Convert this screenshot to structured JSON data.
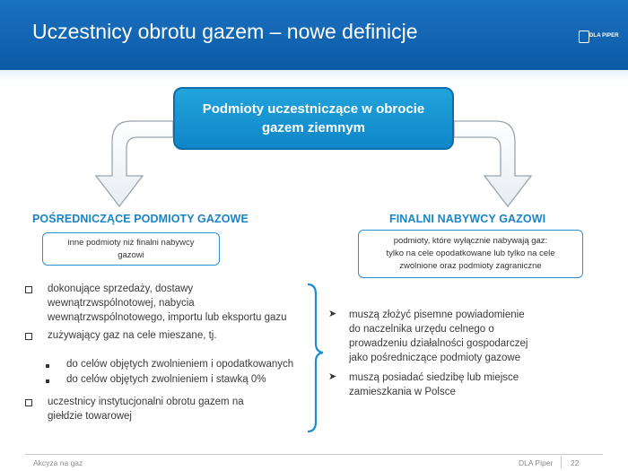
{
  "header": {
    "title": "Uczestnicy obrotu gazem – nowe definicje",
    "logo_text": "DLA PIPER",
    "logo_icon": "dla-piper-logo-icon"
  },
  "center_box": {
    "line1": "Podmioty uczestniczące w obrocie",
    "line2": "gazem ziemnym"
  },
  "left": {
    "heading": "POŚREDNICZĄCE PODMIOTY GAZOWE",
    "definition_lines": [
      "inne podmioty niż finalni nabywcy",
      "gazowi"
    ],
    "items": [
      {
        "marker": "square",
        "lines": [
          "dokonujące sprzedaży, dostawy",
          "wewnątrzwspólnotowej, nabycia",
          "wewnątrzwspólnotowego, importu lub eksportu gazu"
        ]
      },
      {
        "marker": "square",
        "lines": [
          "zużywający gaz na cele mieszane, tj."
        ]
      },
      {
        "marker": "dot",
        "lines": [
          "do celów objętych zwolnieniem i opodatkowanych"
        ]
      },
      {
        "marker": "dot",
        "lines": [
          "do celów objętych zwolnieniem i stawką 0%"
        ]
      },
      {
        "marker": "square",
        "lines": [
          "uczestnicy instytucjonalni obrotu gazem na",
          "giełdzie towarowej"
        ]
      }
    ]
  },
  "right": {
    "heading": "FINALNI NABYWCY GAZOWI",
    "definition_lines": [
      "podmioty, które wyłącznie nabywają gaz:",
      "tylko na cele opodatkowane lub tylko na cele",
      "zwolnione oraz podmioty zagraniczne"
    ],
    "items": [
      {
        "marker": "arrow",
        "lines": [
          "muszą złożyć pisemne powiadomienie",
          "do naczelnika urzędu celnego o",
          "prowadzeniu działalności gospodarczej",
          "jako pośredniczące podmioty gazowe"
        ]
      },
      {
        "marker": "arrow",
        "lines": [
          "muszą posiadać siedzibę lub miejsce",
          "zamieszkania w Polsce"
        ]
      }
    ]
  },
  "footer": {
    "left": "Akcyza na gaz",
    "brand": "DLA Piper",
    "page": "22"
  },
  "colors": {
    "header": "#0b5aa5",
    "center_box": "#1493d2",
    "heading": "#1a84c4",
    "box_border": "#2e8fd0",
    "brace": "#1a8ed0"
  }
}
